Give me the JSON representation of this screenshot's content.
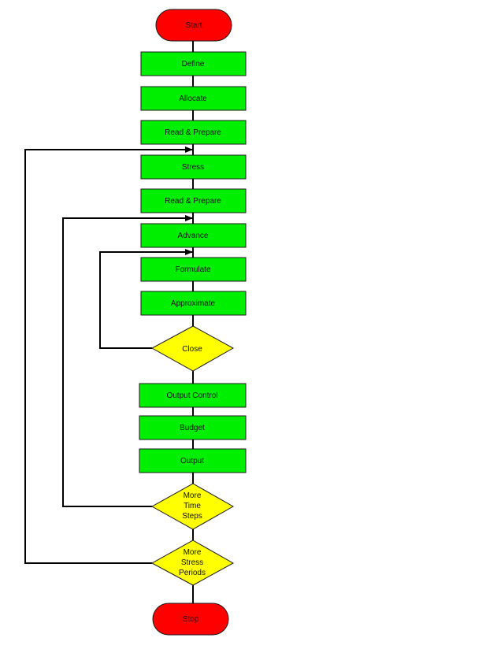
{
  "colors": {
    "terminal": "#ff0000",
    "process": "#00ee00",
    "decision": "#ffff00",
    "line": "#000000"
  },
  "flowchart": {
    "start": "Start",
    "steps": {
      "define": "Define",
      "allocate": "Allocate",
      "read_prepare_1": "Read & Prepare",
      "stress": "Stress",
      "read_prepare_2": "Read & Prepare",
      "advance": "Advance",
      "formulate": "Formulate",
      "approximate": "Approximate",
      "output_control": "Output Control",
      "budget": "Budget",
      "output": "Output"
    },
    "decisions": {
      "close": [
        "Close"
      ],
      "more_time_steps": [
        "More",
        "Time",
        "Steps"
      ],
      "more_stress_periods": [
        "More",
        "Stress",
        "Periods"
      ]
    },
    "stop": "Stop"
  }
}
